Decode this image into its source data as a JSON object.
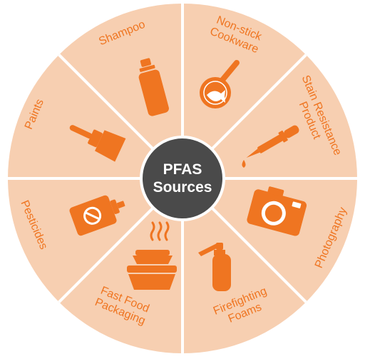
{
  "center": {
    "line1": "PFAS",
    "line2": "Sources"
  },
  "colors": {
    "segment_fill": "#f7cfb1",
    "divider": "#ffffff",
    "icon": "#ef7521",
    "label": "#ef7521",
    "hub": "#4a4a4a",
    "hub_text": "#ffffff"
  },
  "segments": [
    {
      "id": "shampoo",
      "lines": [
        "Shampoo"
      ],
      "icon": "bottle-icon"
    },
    {
      "id": "nonstick",
      "lines": [
        "Non-stick",
        "Cookware"
      ],
      "icon": "frying-pan-icon"
    },
    {
      "id": "stain",
      "lines": [
        "Stain Resistance",
        "Product"
      ],
      "icon": "dropper-icon"
    },
    {
      "id": "photography",
      "lines": [
        "Photography"
      ],
      "icon": "camera-icon"
    },
    {
      "id": "firefighting",
      "lines": [
        "Firefighting",
        "Foams"
      ],
      "icon": "fire-extinguisher-icon"
    },
    {
      "id": "fastfood",
      "lines": [
        "Fast Food",
        "Packaging"
      ],
      "icon": "food-container-icon"
    },
    {
      "id": "pesticides",
      "lines": [
        "Pesticides"
      ],
      "icon": "spray-can-icon"
    },
    {
      "id": "paints",
      "lines": [
        "Paints"
      ],
      "icon": "paintbrush-icon"
    }
  ]
}
